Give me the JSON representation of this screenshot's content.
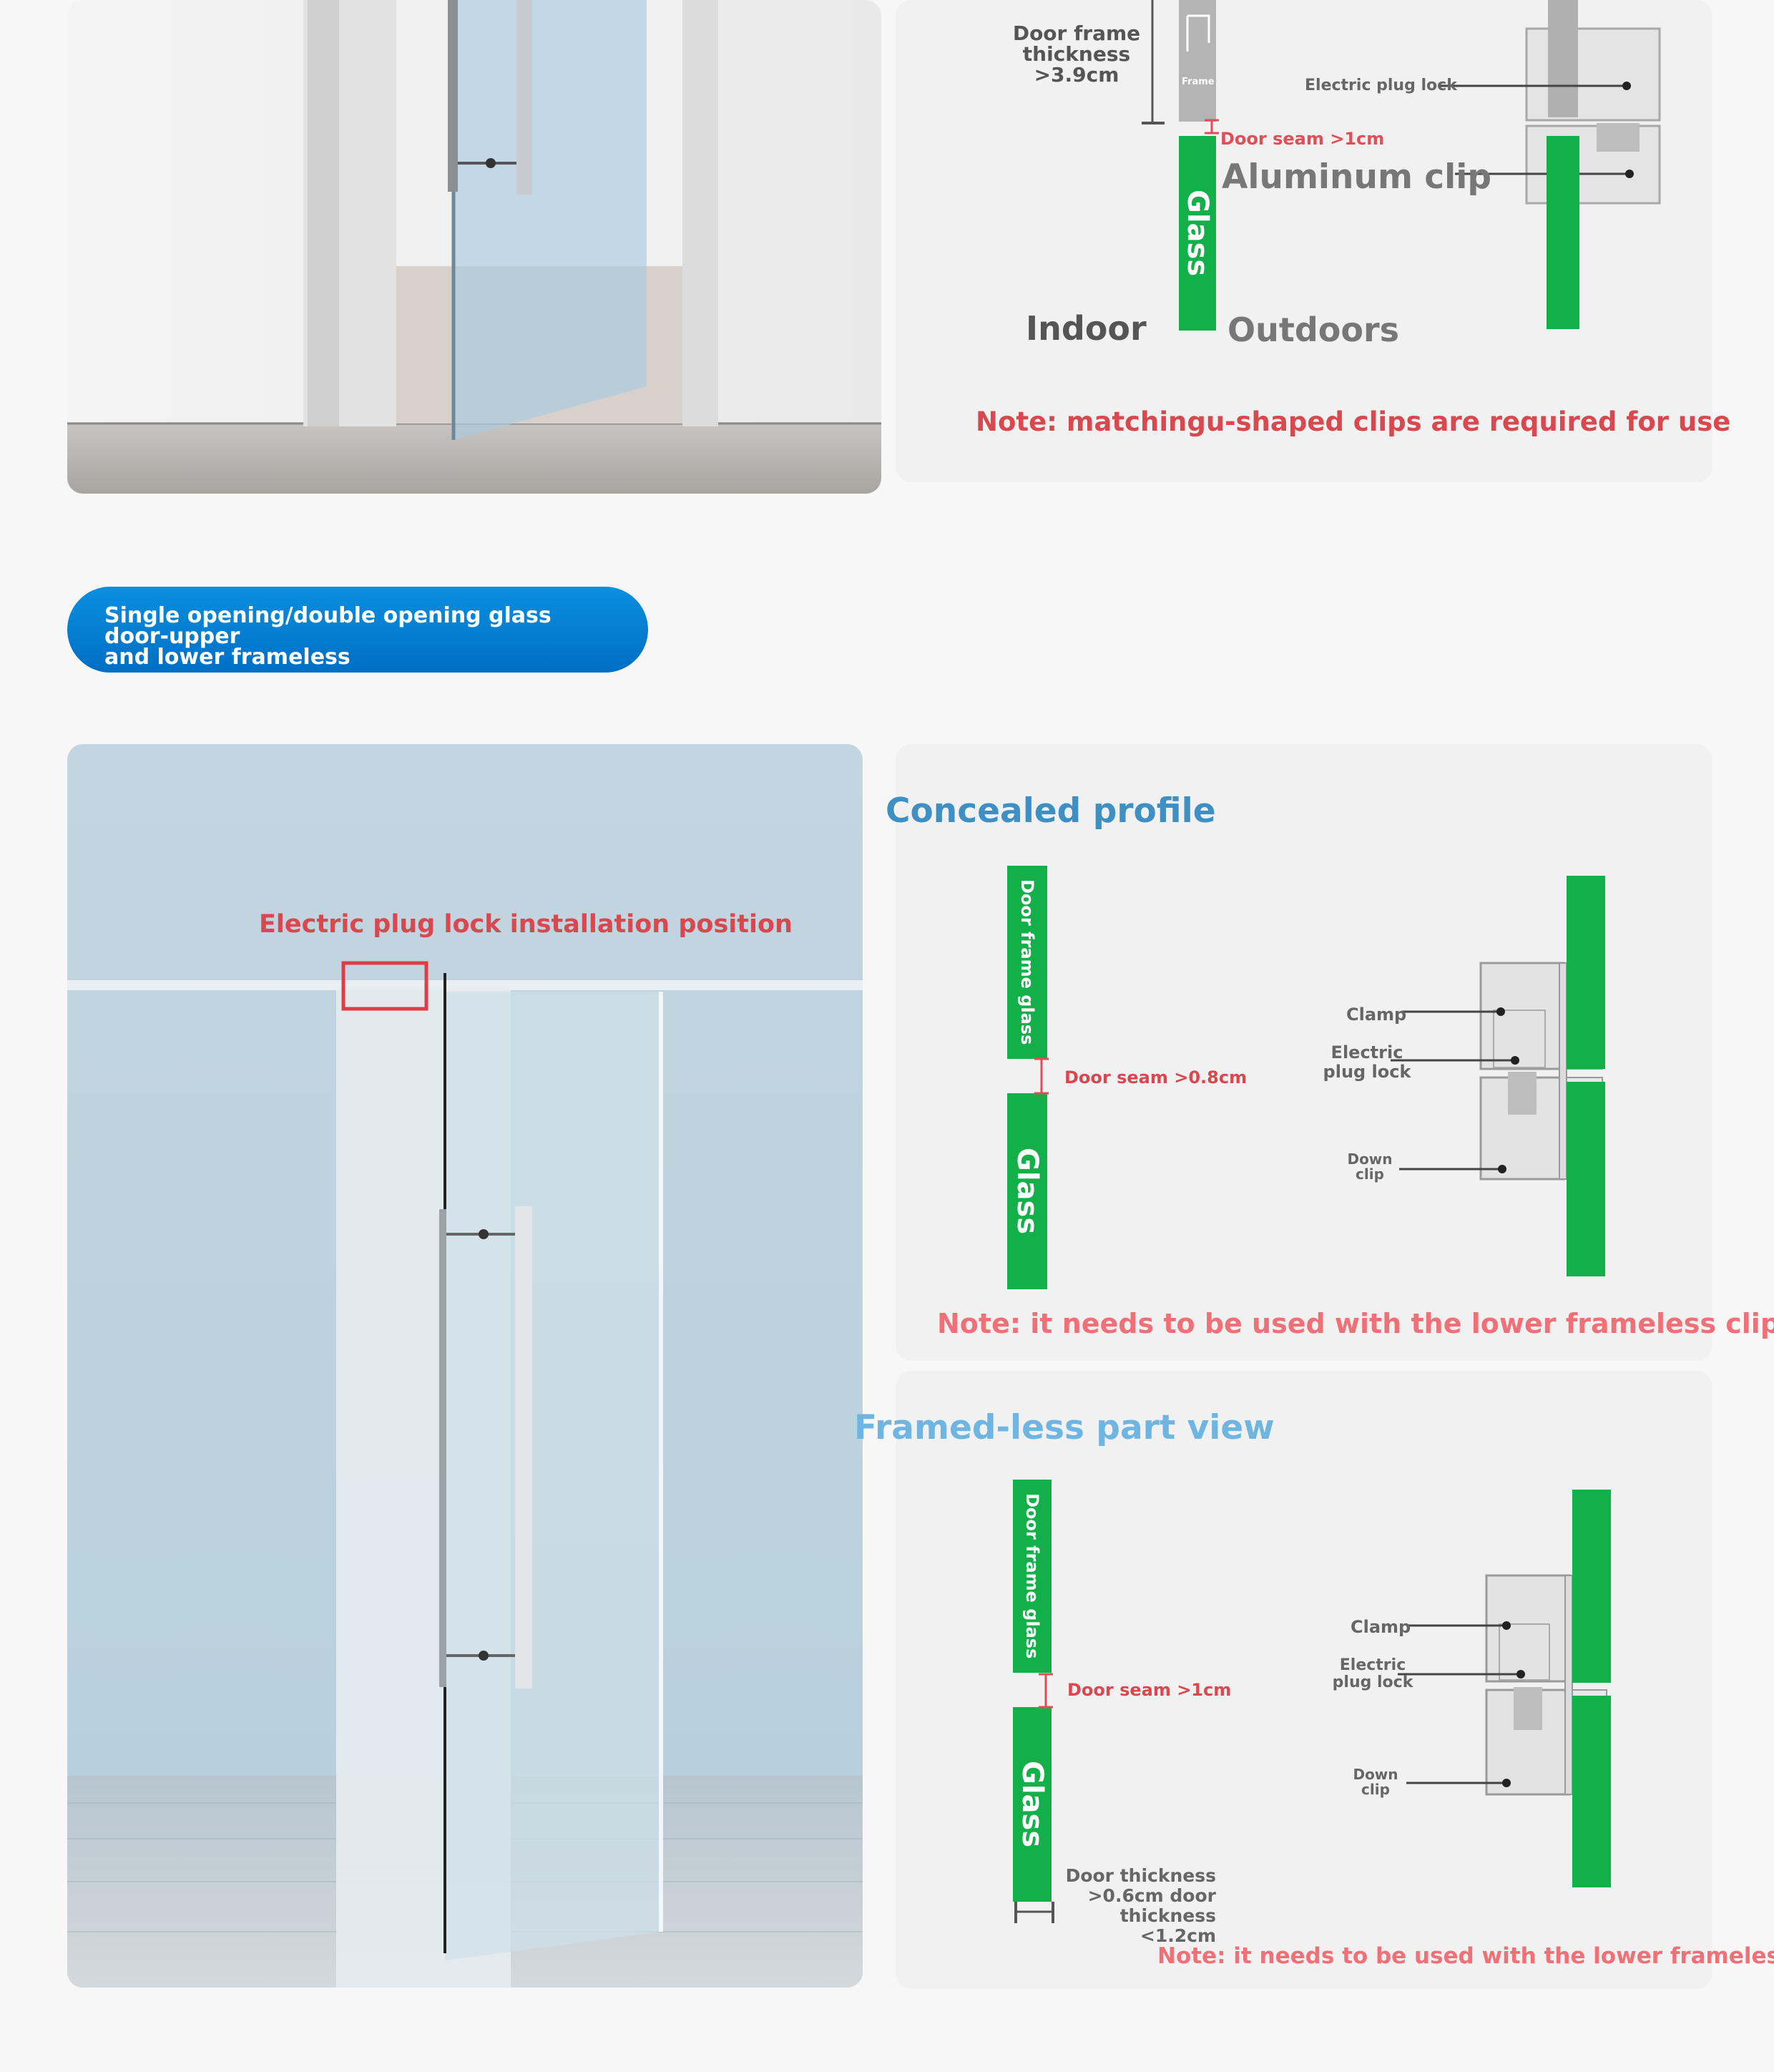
{
  "top_diagram": {
    "frame_thickness_label": "Door frame\nthickness\n>3.9cm",
    "frame_label": "Frame",
    "electric_plug_lock": "Electric plug lock",
    "door_seam": "Door seam >1cm",
    "aluminum_clip": "Aluminum clip",
    "glass": "Glass",
    "indoor": "Indoor",
    "outdoors": "Outdoors",
    "note": "Note: matchingu-shaped clips are required for use"
  },
  "section_pill": "Single opening/double opening glass door-upper\nand lower frameless",
  "photo_label": "Electric plug lock installation position",
  "concealed": {
    "title": "Concealed profile",
    "door_frame_glass": "Door frame glass",
    "glass": "Glass",
    "door_seam": "Door seam >0.8cm",
    "clamp": "Clamp",
    "electric_plug_lock": "Electric\nplug lock",
    "down_clip": "Down\nclip",
    "note": "Note: it needs to be used with the lower frameless clip"
  },
  "frameless": {
    "title": "Framed-less part view",
    "door_frame_glass": "Door frame glass",
    "glass": "Glass",
    "door_seam": "Door seam >1cm",
    "door_thickness": "Door thickness\n>0.6cm door\nthickness <1.2cm",
    "clamp": "Clamp",
    "electric_plug_lock": "Electric\nplug lock",
    "down_clip": "Down\nclip",
    "note": "Note: it needs to be used with the lower frameless clip"
  },
  "colors": {
    "glass_green": "#13b04a",
    "note_red": "#d9484e",
    "note_pink": "#f07078",
    "title_blue": "#3d8fc4",
    "title_light_blue": "#6fb5e2",
    "pill_blue": "#0a84d6"
  }
}
